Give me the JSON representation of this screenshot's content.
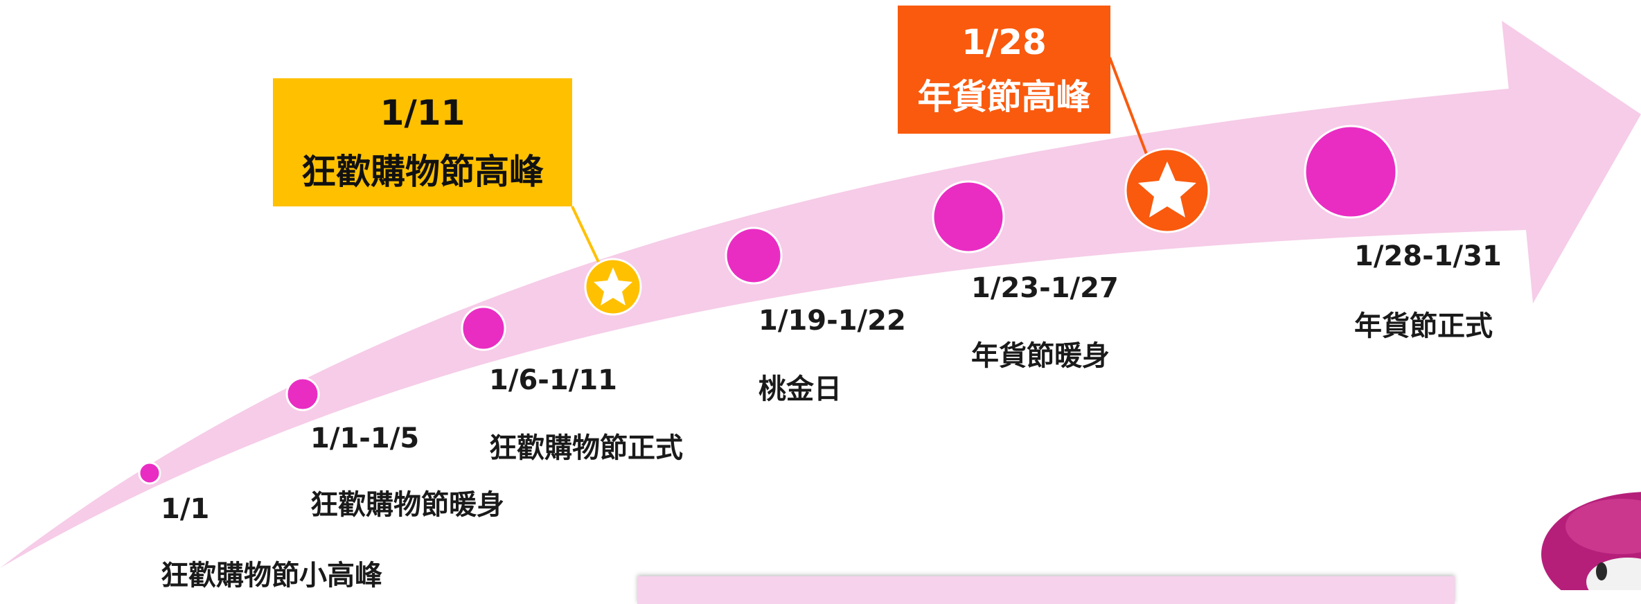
{
  "colors": {
    "arrow": "#F6CCE8",
    "dot": "#E92DC3",
    "highlight_yellow": "#FFC000",
    "highlight_orange": "#F95A0E",
    "text": "#1a1a1a"
  },
  "milestones": [
    {
      "date": "1/1",
      "name": "狂歡購物節小高峰",
      "marker": "dot"
    },
    {
      "date": "1/1-1/5",
      "name": "狂歡購物節暖身",
      "marker": "dot"
    },
    {
      "date": "1/6-1/11",
      "name": "狂歡購物節正式",
      "marker": "dot"
    },
    {
      "date": "",
      "name": "",
      "marker": "star-yellow"
    },
    {
      "date": "1/19-1/22",
      "name": "桃金日",
      "marker": "dot"
    },
    {
      "date": "1/23-1/27",
      "name": "年貨節暖身",
      "marker": "dot"
    },
    {
      "date": "",
      "name": "",
      "marker": "star-orange"
    },
    {
      "date": "1/28-1/31",
      "name": "年貨節正式",
      "marker": "dot"
    }
  ],
  "callouts": {
    "peak_1": {
      "date": "1/11",
      "title": "狂歡購物節高峰",
      "color": "#FFC000",
      "icon": "star-icon"
    },
    "peak_2": {
      "date": "1/28",
      "title": "年貨節高峰",
      "color": "#F95A0E",
      "icon": "star-icon"
    }
  },
  "decoration": {
    "mascot": "mascot-character",
    "bottom_box": "pink-content-box"
  }
}
